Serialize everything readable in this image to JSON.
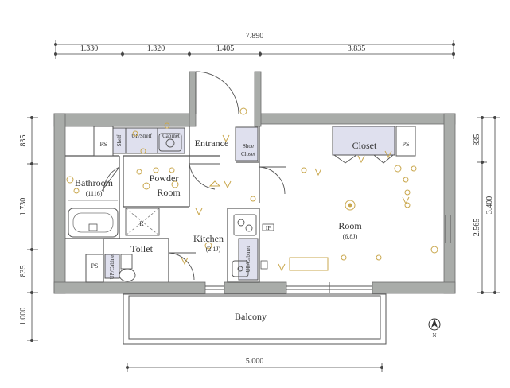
{
  "dimensions": {
    "top_total": "7.890",
    "top_segments": [
      "1.330",
      "1.320",
      "1.405",
      "3.835"
    ],
    "left_segments": [
      "835",
      "1.730",
      "835",
      "1.000"
    ],
    "right_inner": [
      "835",
      "2.565"
    ],
    "right_total": "3.400",
    "bottom_total": "5.000"
  },
  "rooms": {
    "entrance": "Entrance",
    "closet": "Closet",
    "powder_line1": "Powder",
    "powder_line2": "Room",
    "bathroom": "Bathroom",
    "bathroom_size": "(1116)",
    "kitchen": "Kitchen",
    "kitchen_size": "(2.1J)",
    "room": "Room",
    "room_size": "(6.8J)",
    "toilet": "Toilet",
    "balcony": "Balcony"
  },
  "labels": {
    "ps_bath": "PS",
    "ps_room": "PS",
    "ps_toilet": "PS",
    "shelf": "Shelf",
    "up_shelf": "UP/Shelf",
    "cabinet": "Cabinet",
    "shoe_closet_line1": "Shoe",
    "shoe_closet_line2": "Closet",
    "upper_cabinet": "UP/Cabinet",
    "r_mark": "R",
    "ip_mark": "IP",
    "north": "N"
  },
  "colors": {
    "wall": "#a9aca9",
    "wall_stroke": "#6b6b6b",
    "storage_fill": "#dfe0ee",
    "line": "#555555",
    "fixture": "#c9a74d"
  }
}
